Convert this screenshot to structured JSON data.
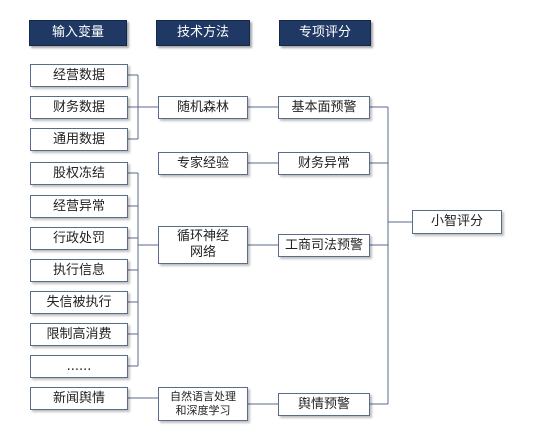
{
  "headers": {
    "input": "输入变量",
    "method": "技术方法",
    "score": "专项评分"
  },
  "inputs": [
    "经营数据",
    "财务数据",
    "通用数据",
    "股权冻结",
    "经营异常",
    "行政处罚",
    "执行信息",
    "失信被执行",
    "限制高消费",
    "......",
    "新闻舆情"
  ],
  "methods": {
    "random_forest": "随机森林",
    "expert": "专家经验",
    "neural_line1": "循环神经",
    "neural_line2": "网络",
    "nlp_line1": "自然语言处理",
    "nlp_line2": "和深度学习"
  },
  "scores": {
    "fundamentals": "基本面预警",
    "financial": "财务异常",
    "legal": "工商司法预警",
    "sentiment": "舆情预警"
  },
  "final": "小智评分"
}
